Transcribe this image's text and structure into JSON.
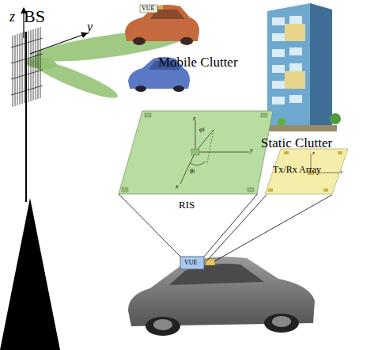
{
  "diagram": {
    "nodes": [
      {
        "text": [
          "RIS"
        ]
      },
      {
        "text": [
          "Tx/Rx Array"
        ]
      },
      {
        "text": [
          "VUE"
        ]
      }
    ],
    "edges": [
      {
        "from": 0,
        "to": 2,
        "arrow": "none"
      },
      {
        "from": 0,
        "to": 2,
        "arrow": "none"
      }
    ],
    "labels": [
      "z",
      "BS",
      "y",
      "VUE",
      "Mobile Clutter",
      "Static Clutter",
      "z",
      "y",
      "x",
      "φi",
      "θi",
      "z",
      "x"
    ]
  }
}
